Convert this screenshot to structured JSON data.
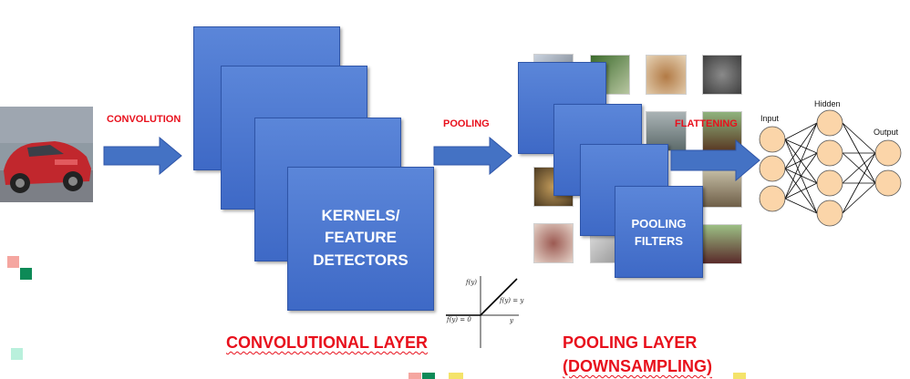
{
  "labels": {
    "convolution": "CONVOLUTION",
    "pooling": "POOLING",
    "flattening": "FLATTENING"
  },
  "kernels_text": [
    "KERNELS/",
    "FEATURE",
    "DETECTORS"
  ],
  "pooling_filters_text": [
    "POOLING",
    "FILTERS"
  ],
  "titles": {
    "conv_layer": "CONVOLUTIONAL LAYER",
    "pool_layer_1": "POOLING LAYER",
    "pool_layer_2": "(DOWNSAMPLING)"
  },
  "nn": {
    "input": "Input",
    "hidden": "Hidden",
    "output": "Output"
  },
  "relu": {
    "f_y": "f(y)",
    "f_y_eq_y": "f(y) = y",
    "f_y_eq_0": "f(y) = 0",
    "y": "y"
  },
  "colors": {
    "accent_red": "#e8101c",
    "box_blue": "#4472c4",
    "node_fill": "#fbd5a9"
  }
}
